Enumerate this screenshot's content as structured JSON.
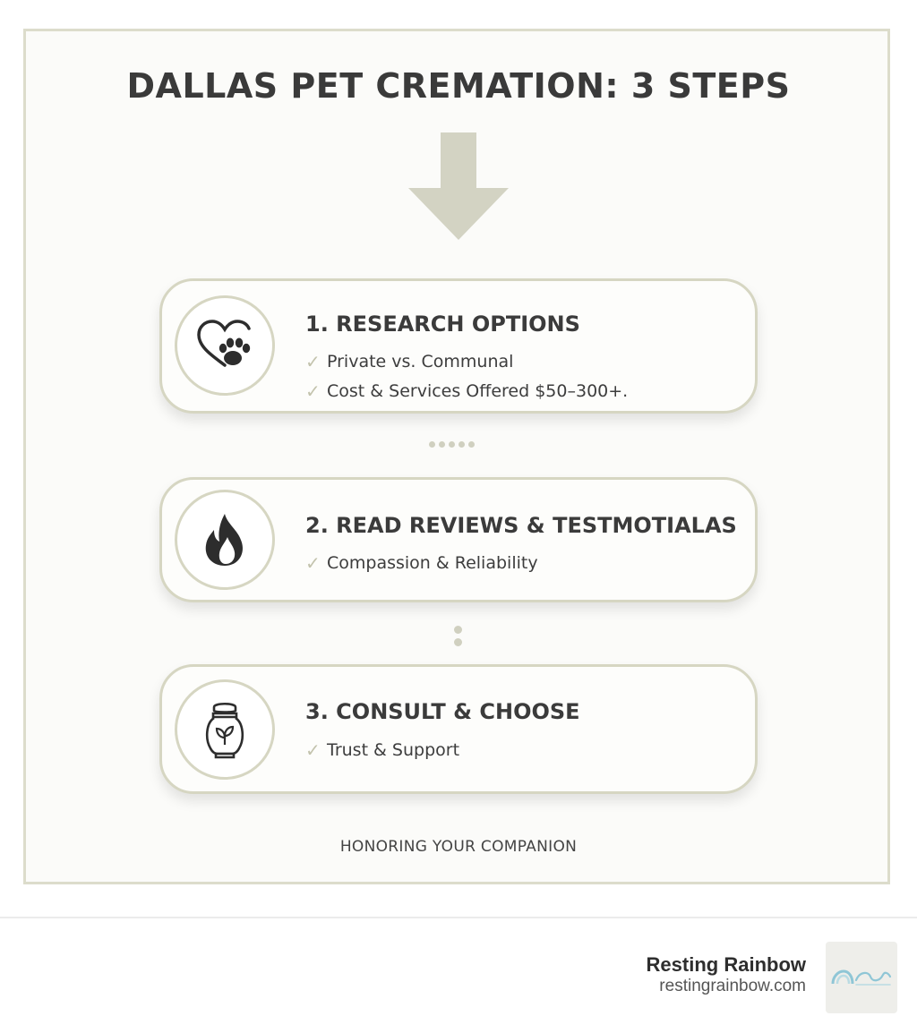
{
  "title": "DALLAS PET CREMATION: 3 STEPS",
  "steps": [
    {
      "title": "1. RESEARCH OPTIONS",
      "icon": "heart-paw-icon",
      "bullets": [
        "Private vs. Communal",
        "Cost & Services Offered $50–300+."
      ]
    },
    {
      "title": "2. READ REVIEWS & TESTMOTIALAS",
      "icon": "flame-icon",
      "bullets": [
        "Compassion & Reliability"
      ]
    },
    {
      "title": "3. CONSULT & CHOOSE",
      "icon": "urn-icon",
      "bullets": [
        "Trust & Support"
      ]
    }
  ],
  "check_glyph": "✓",
  "tagline": "HONORING YOUR COMPANION",
  "brand": {
    "name": "Resting Rainbow",
    "url": "restingrainbow.com"
  },
  "colors": {
    "accent": "#d6d6c2",
    "arrow": "#d3d3c3",
    "text": "#3b3b3b",
    "icon": "#2d2d2d"
  }
}
